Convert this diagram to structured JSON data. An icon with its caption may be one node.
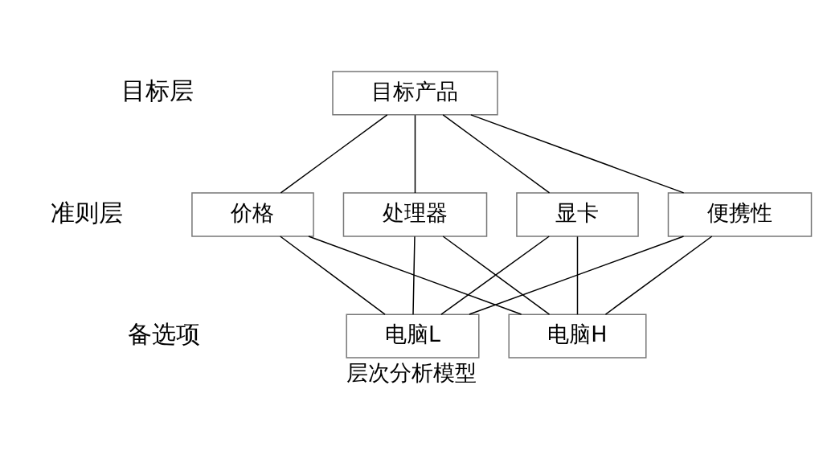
{
  "diagram": {
    "caption": "层次分析模型",
    "nodes": [
      {
        "text": [
          "目标产品"
        ]
      },
      {
        "text": [
          "价格"
        ]
      },
      {
        "text": [
          "处理器"
        ]
      },
      {
        "text": [
          "显卡"
        ]
      },
      {
        "text": [
          "便携性"
        ]
      },
      {
        "text": [
          "电脑L"
        ]
      },
      {
        "text": [
          "电脑H"
        ]
      }
    ],
    "edges": [
      {
        "from": 0,
        "to": 1,
        "arrow": "none"
      },
      {
        "from": 0,
        "to": 2,
        "arrow": "none"
      },
      {
        "from": 0,
        "to": 3,
        "arrow": "none"
      },
      {
        "from": 0,
        "to": 4,
        "arrow": "none"
      },
      {
        "from": 1,
        "to": 5,
        "arrow": "none"
      },
      {
        "from": 1,
        "to": 6,
        "arrow": "none"
      },
      {
        "from": 2,
        "to": 5,
        "arrow": "none"
      },
      {
        "from": 2,
        "to": 6,
        "arrow": "none"
      },
      {
        "from": 3,
        "to": 5,
        "arrow": "none"
      },
      {
        "from": 3,
        "to": 6,
        "arrow": "none"
      },
      {
        "from": 4,
        "to": 5,
        "arrow": "none"
      },
      {
        "from": 4,
        "to": 6,
        "arrow": "none"
      }
    ],
    "labels": [
      "目标层",
      "准则层",
      "备选项"
    ]
  }
}
